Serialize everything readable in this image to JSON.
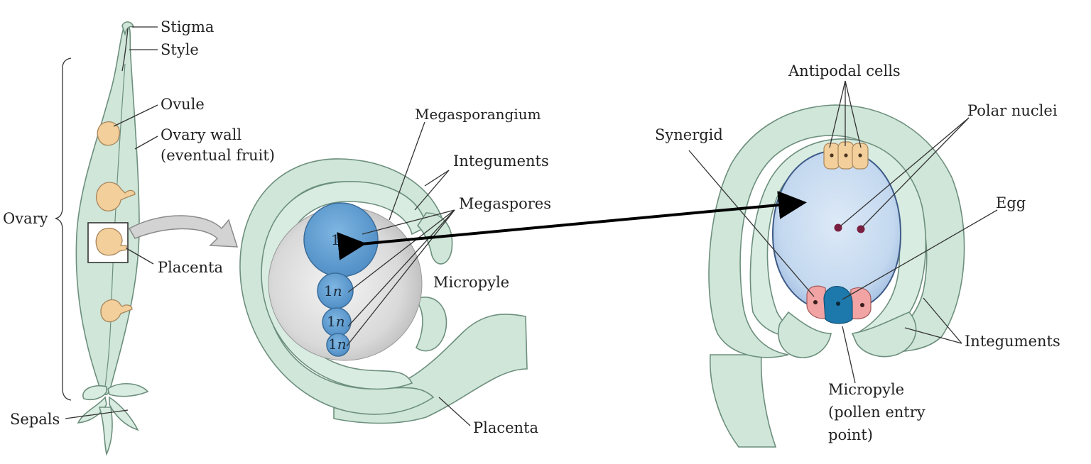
{
  "panel_flower": {
    "labels": {
      "stigma": "Stigma",
      "style": "Style",
      "ovule": "Ovule",
      "ovary_wall_1": "Ovary wall",
      "ovary_wall_2": "(eventual fruit)",
      "ovary": "Ovary",
      "placenta": "Placenta",
      "sepals": "Sepals"
    }
  },
  "panel_ovule": {
    "labels": {
      "megasporangium": "Megasporangium",
      "integuments": "Integuments",
      "megaspores": "Megaspores",
      "micropyle": "Micropyle",
      "placenta": "Placenta"
    },
    "spore_label_prefix": "1",
    "spore_label_italic": "n"
  },
  "panel_embryo_sac": {
    "labels": {
      "antipodal_cells": "Antipodal cells",
      "polar_nuclei": "Polar nuclei",
      "synergid": "Synergid",
      "egg": "Egg",
      "integuments": "Integuments",
      "micropyle_1": "Micropyle",
      "micropyle_2": "(pollen entry",
      "micropyle_3": "point)"
    }
  },
  "colors": {
    "tissue": "#cfe6d9",
    "ovule": "#f2cf9b",
    "megaspore": "#5f9fd2",
    "embryo_sac": "#c3d8ef",
    "synergid": "#f2a3a3",
    "egg": "#1d78ab",
    "polar_nuclei": "#7a1f3f"
  }
}
